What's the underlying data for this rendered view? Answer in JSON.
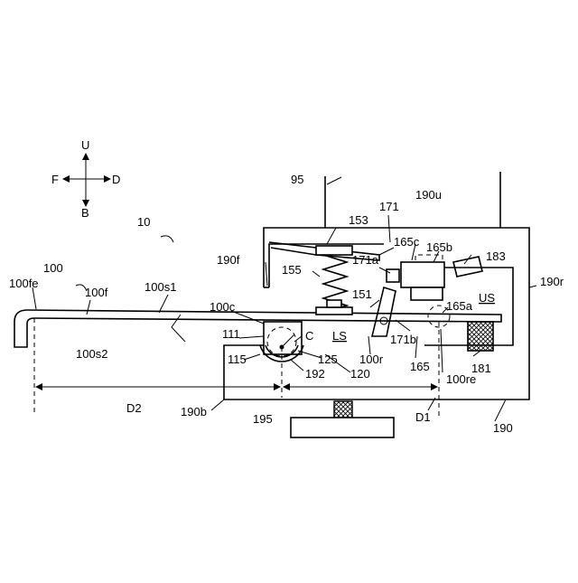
{
  "labels": {
    "compass_u": "U",
    "compass_f": "F",
    "compass_d": "D",
    "compass_b": "B",
    "l10": "10",
    "l95": "95",
    "l171": "171",
    "l190u": "190u",
    "l153": "153",
    "l165c": "165c",
    "l165b": "165b",
    "l183": "183",
    "l190f": "190f",
    "l171a": "171a",
    "l190r": "190r",
    "l155": "155",
    "l100": "100",
    "l100fe": "100fe",
    "l100f": "100f",
    "l100s1": "100s1",
    "l151": "151",
    "lUS": "US",
    "l165a": "165a",
    "l100c": "100c",
    "l111": "111",
    "lC": "C",
    "lLS": "LS",
    "l171b": "171b",
    "l100s2": "100s2",
    "l115": "115",
    "l125": "125",
    "l100r": "100r",
    "l165": "165",
    "l181": "181",
    "l192": "192",
    "l120": "120",
    "l100re": "100re",
    "lD2": "D2",
    "l190b": "190b",
    "lD1": "D1",
    "l195": "195",
    "l190": "190"
  }
}
